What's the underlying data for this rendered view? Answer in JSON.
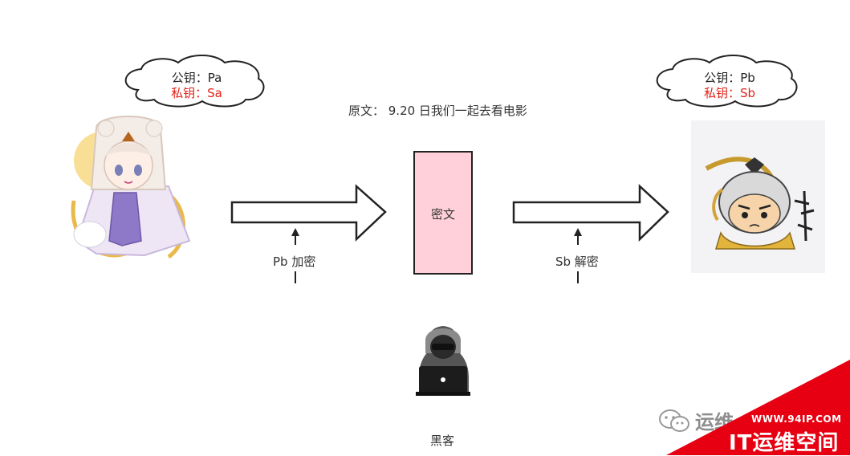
{
  "left_keys": {
    "public": "公钥：Pa",
    "private": "私钥：Sa"
  },
  "right_keys": {
    "public": "公钥：Pb",
    "private": "私钥：Sb"
  },
  "plaintext": "原文：  9.20 日我们一起去看电影",
  "ciphertext": "密文",
  "encrypt_label": "Pb 加密",
  "decrypt_label": "Sb 解密",
  "hacker_label": "黑客",
  "watermark": {
    "account": "运维",
    "url": "WWW.94IP.COM",
    "brand": "IT运维空间"
  },
  "colors": {
    "cipher_box": "#ffd0da",
    "private_key": "#e2231a",
    "watermark_red": "#e60012"
  }
}
